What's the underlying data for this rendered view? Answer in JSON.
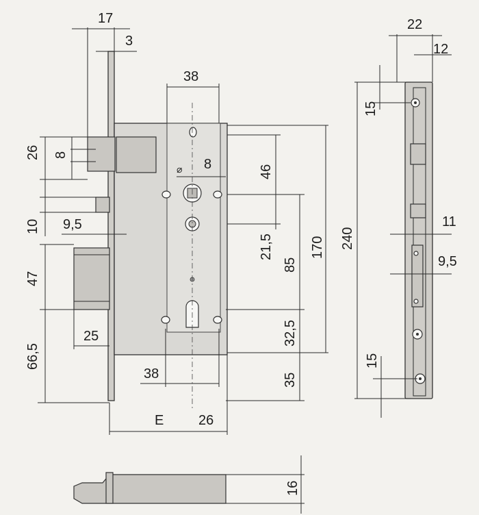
{
  "dimensions": {
    "top_17": "17",
    "top_3": "3",
    "top_38": "38",
    "v_26": "26",
    "v_8": "8",
    "diag_8": "⌀",
    "h_8": "8",
    "v_46": "46",
    "v_10": "10",
    "h_9_5": "9,5",
    "v_21_5": "21,5",
    "v_85": "85",
    "v_170": "170",
    "v_240": "240",
    "v_47": "47",
    "v_32_5": "32,5",
    "h_25": "25",
    "v_66_5": "66,5",
    "bottom_38": "38",
    "v_35": "35",
    "bottom_E": "E",
    "bottom_26": "26",
    "side_22": "22",
    "side_12": "12",
    "side_15_top": "15",
    "side_11": "11",
    "side_9_5": "9,5",
    "side_15_bottom": "15",
    "bolt_16": "16"
  }
}
